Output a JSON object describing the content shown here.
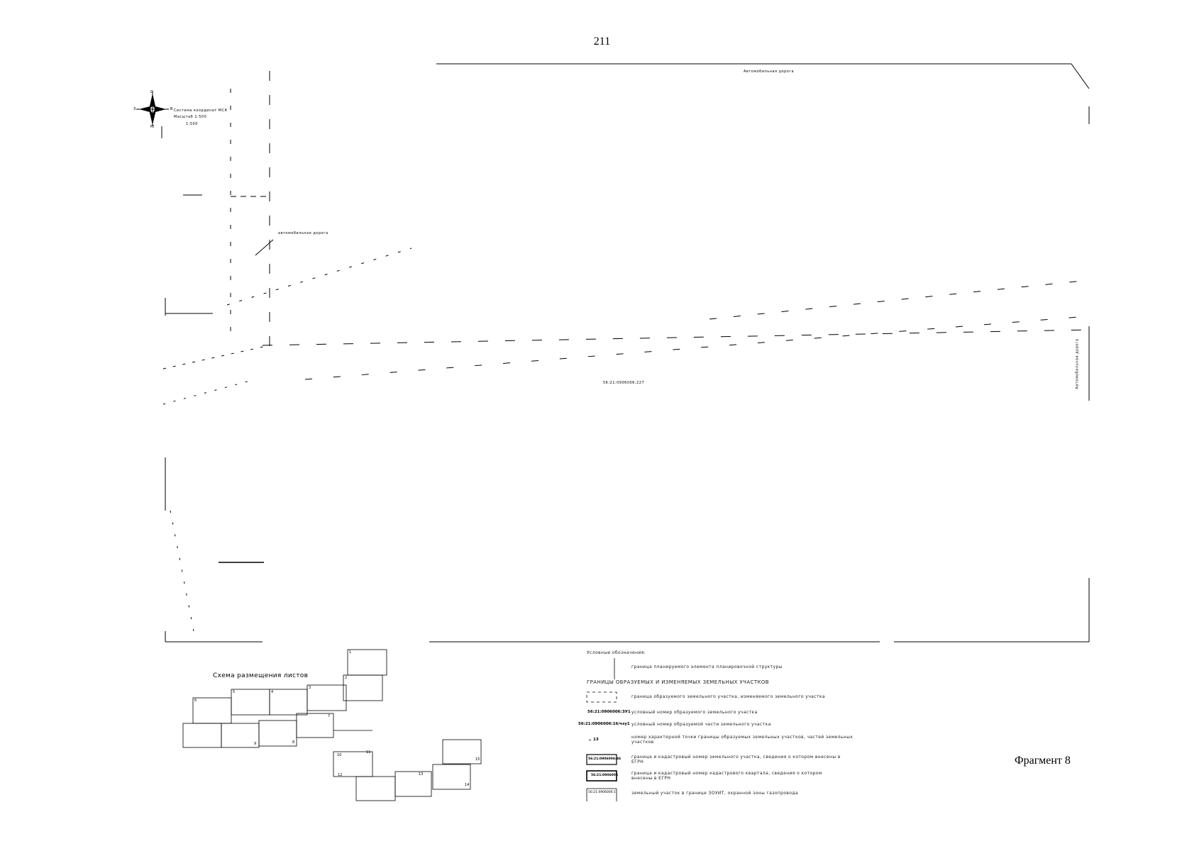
{
  "page": {
    "number": "211"
  },
  "fragment": {
    "label": "Фрагмент 8"
  },
  "compass": {
    "north": "С",
    "south": "Ю",
    "west": "З",
    "east": "В",
    "lines": [
      "Система координат МСК",
      "Масштаб 1:500",
      "1:500"
    ]
  },
  "map_labels": {
    "top_road": "Автомобильная дорога",
    "small_label_1": "автомобильная дорога",
    "small_label_2": "56:21:0906006:227",
    "right_vertical": "Автомобильная дорога"
  },
  "scheme": {
    "title": "Схема размещения листов",
    "sheets": [
      "1",
      "2",
      "3",
      "4",
      "5",
      "6",
      "7",
      "8",
      "9",
      "10",
      "11",
      "12",
      "13",
      "14",
      "15"
    ]
  },
  "legend": {
    "title": "Условные обозначения:",
    "rows": [
      {
        "code": "",
        "text": "граница планируемого элемента планировочной структуры"
      },
      {
        "code": "",
        "text": "ГРАНИЦЫ ОБРАЗУЕМЫХ И ИЗМЕНЯЕМЫХ ЗЕМЕЛЬНЫХ УЧАСТКОВ",
        "heading": true
      },
      {
        "code": "",
        "text": "граница образуемого земельного участка, изменяемого земельного участка"
      },
      {
        "code": "56:21:0906006:ЗУ1",
        "text": "условный номер образуемого земельного участка"
      },
      {
        "code": "56:21:0906006:16/чзу1",
        "text": "условный номер образуемой части земельного участка"
      },
      {
        "code": "13",
        "text": "номер характерной точки границы образуемых земельных участков, частей земельных участков"
      },
      {
        "code": "56:21:0906006:46",
        "text": "граница и кадастровый номер земельного участка, сведения о котором внесены в ЕГРН"
      },
      {
        "code": "56:21:0906006",
        "text": "граница и кадастровый номер кадастрового квартала, сведения о котором внесены в ЕГРН"
      },
      {
        "code": "56:21:0906006:1",
        "text": "земельный участок в границе ЗОУИТ, охранной зоны газопровода"
      }
    ]
  },
  "colors": {
    "line": "#000000",
    "paper": "#ffffff",
    "legend_text": "#222222"
  }
}
